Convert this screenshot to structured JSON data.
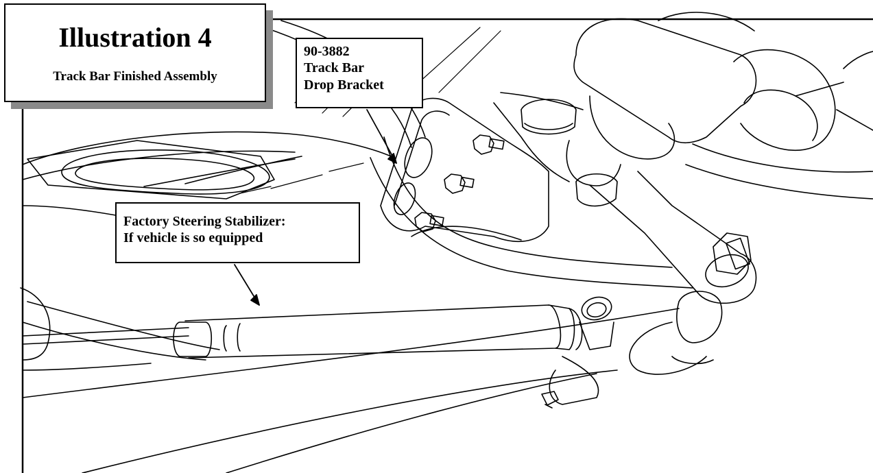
{
  "title": {
    "main": "Illustration 4",
    "subtitle": "Track Bar Finished Assembly"
  },
  "callouts": {
    "part_number": {
      "lines": [
        "90-3882",
        "Track Bar",
        "Drop Bracket"
      ]
    },
    "stabilizer": {
      "lines": [
        "Factory Steering Stabilizer:",
        "If vehicle is so equipped"
      ]
    }
  },
  "colors": {
    "ink": "#000000",
    "paper": "#ffffff",
    "shadow": "#8a8a8a"
  }
}
